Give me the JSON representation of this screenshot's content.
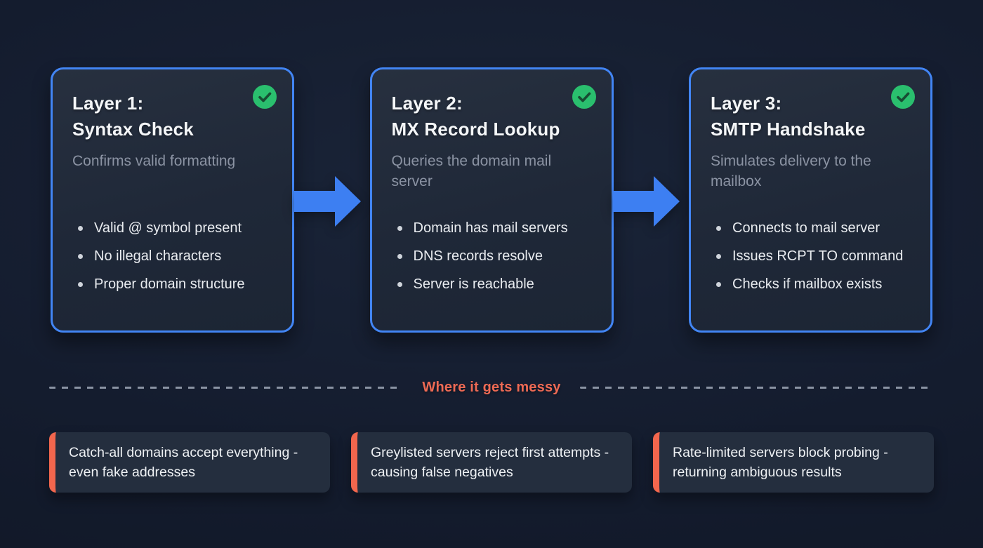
{
  "theme": {
    "background": "#141c2e",
    "card_background": "#202938",
    "card_border_blue": "#4285f4",
    "arrow_blue": "#3d7ff2",
    "check_circle_green": "#2abf6e",
    "check_stroke_dark": "#174d33",
    "title_color": "#f4f6f8",
    "subtitle_color": "#8b93a3",
    "bullet_text_color": "#e9ecf0",
    "dash_color": "#8a93a3",
    "messy_label_color": "#ee6a54",
    "issue_accent_coral": "#f2664d",
    "issue_card_background": "#242e3e"
  },
  "icons": {
    "check": "check-circle-icon",
    "arrow": "arrow-right-icon"
  },
  "layers": [
    {
      "title_line1": "Layer 1:",
      "title_line2": "Syntax Check",
      "subtitle": "Confirms valid formatting",
      "bullets": [
        "Valid @ symbol present",
        "No illegal characters",
        "Proper domain structure"
      ]
    },
    {
      "title_line1": "Layer 2:",
      "title_line2": "MX Record Lookup",
      "subtitle": "Queries the domain mail server",
      "bullets": [
        "Domain has mail servers",
        "DNS records resolve",
        "Server is reachable"
      ]
    },
    {
      "title_line1": "Layer 3:",
      "title_line2": "SMTP Handshake",
      "subtitle": "Simulates delivery to the mailbox",
      "bullets": [
        "Connects to mail server",
        "Issues RCPT TO command",
        "Checks if mailbox exists"
      ]
    }
  ],
  "divider": {
    "label": "Where it gets messy"
  },
  "issues": [
    {
      "text": "Catch-all domains accept everything - even fake addresses"
    },
    {
      "text": "Greylisted servers reject first attempts - causing false negatives"
    },
    {
      "text": "Rate-limited servers block probing - returning ambiguous results"
    }
  ]
}
